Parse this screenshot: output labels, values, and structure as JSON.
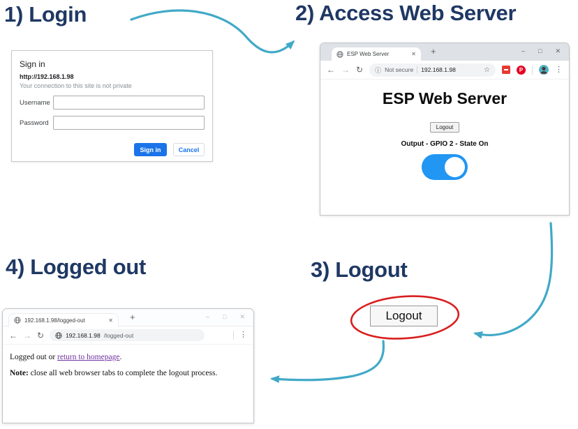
{
  "colors": {
    "title_navy": "#1f3864",
    "arrow_teal": "#41a9c7",
    "circle_red": "#d91e1e",
    "toggle_blue": "#2196f3",
    "google_blue": "#1a73e8",
    "link_purple": "#7030a0"
  },
  "titles": {
    "step1": "1) Login",
    "step2": "2) Access Web Server",
    "step3": "3) Logout",
    "step4": "4) Logged out"
  },
  "signin": {
    "title": "Sign in",
    "url": "http://192.168.1.98",
    "warning": "Your connection to this site is not private",
    "username_label": "Username",
    "password_label": "Password",
    "signin_button": "Sign in",
    "cancel_button": "Cancel"
  },
  "browser2": {
    "tab": "ESP Web Server",
    "not_secure": "Not secure",
    "url": "192.168.1.98",
    "heading": "ESP Web Server",
    "logout": "Logout",
    "output": "Output - GPIO 2 - State On",
    "toggle_state": "on"
  },
  "step3": {
    "logout": "Logout"
  },
  "browser4": {
    "tab": "192.168.1.98/logged-out",
    "host": "192.168.1.98",
    "path": "/logged-out",
    "line1_pre": "Logged out or ",
    "link": "return to homepage",
    "line1_post": ".",
    "note_bold": "Note:",
    "note_rest": " close all web browser tabs to complete the logout process."
  },
  "icons": {
    "back": "←",
    "forward": "→",
    "reload": "↻",
    "info": "ⓘ",
    "star": "☆",
    "overflow": "⋮",
    "tab_close": "✕",
    "new_tab": "+",
    "win_min": "–",
    "win_max": "□",
    "win_close": "✕",
    "pinterest": "P"
  }
}
